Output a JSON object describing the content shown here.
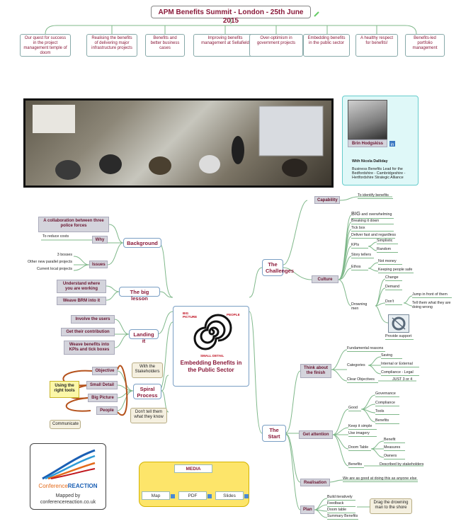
{
  "header": {
    "title": "APM Benefits Summit - London - 25th June 2015",
    "topics": [
      "Our quest for success in the project management temple of doom",
      "Realising the benefits of delivering major infrastructure projects",
      "Benefits and better business cases",
      "Improving benefits management at Sellafield",
      "Over-optimism in government projects",
      "Embedding benefits in the public sector",
      "A healthy respect for benefits!",
      "Benefits-led portfolio management"
    ]
  },
  "profile": {
    "name": "Brin Hodgskiss",
    "with": "With Nicola Dalliday",
    "role": "Business Benefits Lead for the Bedfordshire - Cambridgeshire - Hertfordshire Strategic Alliance"
  },
  "center": {
    "title": "Embedding Benefits in the Public Sector",
    "logo_labels": {
      "left": "BIG PICTURE",
      "right": "PEOPLE",
      "bottom": "SMALL DETAIL"
    }
  },
  "left": {
    "background": {
      "label": "Background",
      "collab": "A collaboration between three police forces",
      "why": "Why",
      "reduce": "To reduce costs",
      "issues": "Issues",
      "issue_items": [
        "3 bosses",
        "Other new parallel projects",
        "Current local projects"
      ]
    },
    "lesson": {
      "label": "The big lesson",
      "items": [
        "Understand where you are working",
        "Weave BRM into it"
      ]
    },
    "landing": {
      "label": "Landing it",
      "items": [
        "Involve the users",
        "Get their contribution",
        "Weave benefits into KPIs and tick boxes"
      ]
    },
    "spiral": {
      "label": "Spiral Process",
      "items": [
        "Objective",
        "Small Detail",
        "Big Picture",
        "People"
      ],
      "tools": "Using the right tools",
      "communicate": "Communicate",
      "stakeholders": "With the Stakeholders",
      "dont_tell": "Don't tell them what they know"
    }
  },
  "challenges": {
    "label": "The Challenges",
    "capability": "Capability",
    "capability_item": "To identify benefits",
    "culture": "Culture",
    "big": "BIG",
    "big_rest": "and overwhelming",
    "items": [
      "Breaking it down",
      "Tick box",
      "Deliver fast and regardless"
    ],
    "kpis": "KPIs",
    "kpis_items": [
      "Simplistic",
      "Random"
    ],
    "story": "Story tellers",
    "ethos": "Ethos",
    "ethos_items": [
      "Not money",
      "Keeping people safe"
    ],
    "drowning": "Drowning men",
    "drown_items": [
      "Change",
      "Demand",
      "Don't"
    ],
    "dont_items": [
      "Jump in front of them",
      "Tell them what they are doing wrong"
    ],
    "provide": "Provide support"
  },
  "start": {
    "label": "The Start",
    "think": {
      "label": "Think about the finish",
      "fundamental": "Fundamental reasons",
      "categories": "Categories",
      "cat_items": [
        "Saving",
        "Internal or External",
        "Compliance - Legal"
      ],
      "clear": "Clear Objectives",
      "just": "JUST 3 or 4"
    },
    "attention": {
      "label": "Get attention",
      "good": "Good",
      "good_items": [
        "Governance",
        "Compliance",
        "Tools",
        "Benefits"
      ],
      "simple": "Keep it simple",
      "imagery": "Use imagery",
      "doom": "Doom Table",
      "doom_items": [
        "Benefit",
        "Measures",
        "Owners"
      ],
      "benefits": "Benefits",
      "described": "Described by stakeholders"
    },
    "realisation": {
      "label": "Realisation",
      "item": "We are as good at doing this as anyone else"
    },
    "plan": {
      "label": "Plan",
      "items": [
        "Build iteratively",
        "Feedback",
        "Doom table",
        "Summary Benefits"
      ],
      "drag": "Drag the drowning man to the shore"
    }
  },
  "footer": {
    "brand_a": "Conference",
    "brand_b": "REACTION",
    "mapped": "Mapped by",
    "site": "conferencereaction.co.uk"
  },
  "media": {
    "label": "MEDIA",
    "items": [
      "Map",
      "PDF",
      "Slides"
    ]
  },
  "colors": {
    "accent": "#8a1a3a",
    "connector": "#7fb88a",
    "box": "#d4d4dc",
    "media": "#fde56a"
  }
}
